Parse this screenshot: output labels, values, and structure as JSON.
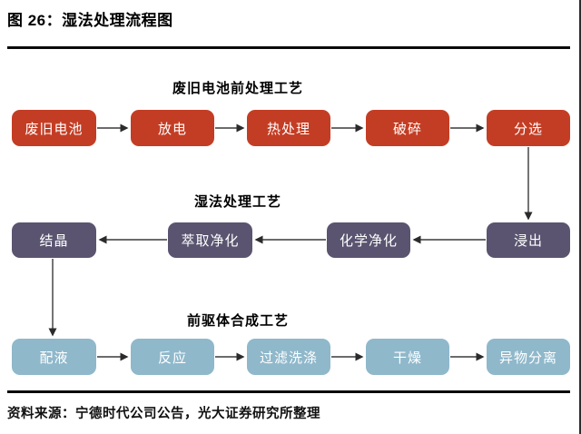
{
  "title": "图 26：湿法处理流程图",
  "source": "资料来源：宁德时代公司公告，光大证券研究所整理",
  "colors": {
    "pretreatment_red": "#C33D24",
    "wet_process_purple": "#5A5470",
    "precursor_blue": "#8FB8CB",
    "arrow": "#3a3a3a",
    "rule": "#0a0a0a"
  },
  "flow": {
    "stages": [
      {
        "label": "废旧电池前处理工艺",
        "direction": "left-to-right",
        "boxes": [
          "废旧电池",
          "放电",
          "热处理",
          "破碎",
          "分选"
        ]
      },
      {
        "label": "湿法处理工艺",
        "direction": "right-to-left",
        "boxes": [
          "结晶",
          "萃取净化",
          "化学净化",
          "浸出"
        ]
      },
      {
        "label": "前驱体合成工艺",
        "direction": "left-to-right",
        "boxes": [
          "配液",
          "反应",
          "过滤洗涤",
          "干燥",
          "异物分离"
        ]
      }
    ],
    "connectors": [
      {
        "from": "分选",
        "to": "浸出"
      },
      {
        "from": "结晶",
        "to": "配液"
      }
    ]
  }
}
